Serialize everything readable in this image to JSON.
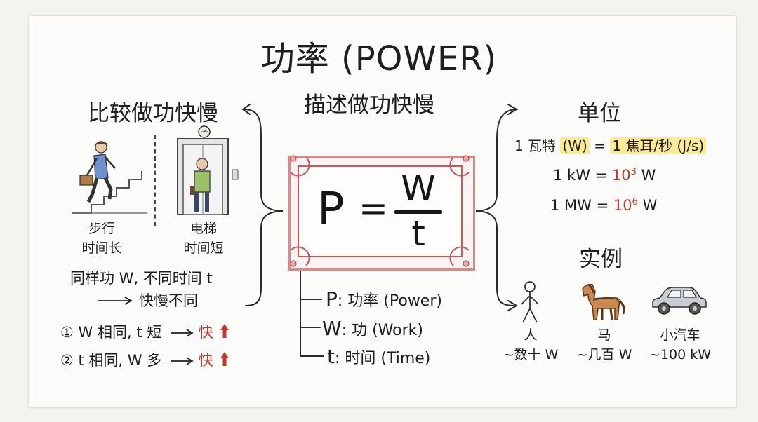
{
  "title": "功率 (POWER)",
  "center": {
    "heading": "描述做功快慢",
    "formula": {
      "lhs": "P",
      "eq": "=",
      "numerator": "W",
      "denominator": "t"
    },
    "legend": [
      {
        "sym": "P",
        "text": ": 功率 (Power)"
      },
      {
        "sym": "W",
        "text": ": 功 (Work)"
      },
      {
        "sym": "t",
        "text": ": 时间 (Time)"
      }
    ]
  },
  "left": {
    "heading": "比较做功快慢",
    "stairs_caption": [
      "步行",
      "时间长"
    ],
    "elevator_caption": [
      "电梯",
      "时间短"
    ],
    "statement_line1": "同样功 W, 不同时间 t",
    "statement_line2": "快慢不同",
    "rules": [
      {
        "prefix": "① W 相同, t 短",
        "result": "快"
      },
      {
        "prefix": "② t 相同, W 多",
        "result": "快"
      }
    ]
  },
  "right": {
    "unit_heading": "单位",
    "unit_def": {
      "left": "1 瓦特",
      "symbol": "(W)",
      "right": "1 焦耳/秒 (J/s)"
    },
    "kw": {
      "lhs": "1 kW = ",
      "base": "10",
      "exp": "3",
      "unit": " W"
    },
    "mw": {
      "lhs": "1 MW = ",
      "base": "10",
      "exp": "6",
      "unit": " W"
    },
    "examples_heading": "实例",
    "examples": [
      {
        "label": "人",
        "value": "~数十 W"
      },
      {
        "label": "马",
        "value": "~几百 W"
      },
      {
        "label": "小汽车",
        "value": "~100 kW"
      }
    ]
  },
  "colors": {
    "accent_red": "#c0392b",
    "highlight": "#fbea97",
    "frame": "#c65a5a"
  }
}
